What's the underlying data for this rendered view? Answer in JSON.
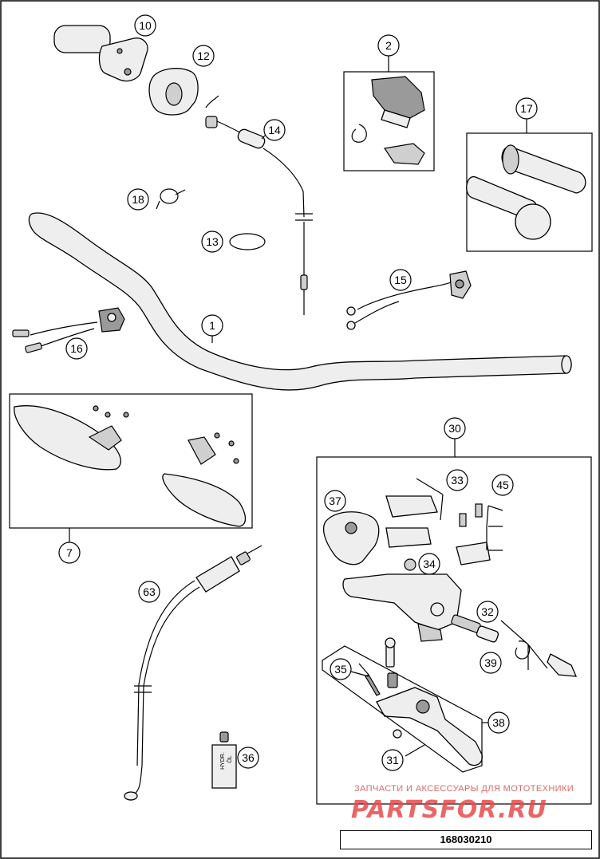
{
  "diagram": {
    "code": "168030210",
    "callouts": [
      "10",
      "12",
      "2",
      "17",
      "14",
      "18",
      "13",
      "1",
      "15",
      "16",
      "7",
      "30",
      "33",
      "45",
      "37",
      "34",
      "63",
      "32",
      "39",
      "35",
      "38",
      "36",
      "31"
    ],
    "labels": {
      "oil_bottle_line1": "HYDR.",
      "oil_bottle_line2": "ÖL"
    }
  },
  "watermark": {
    "small_text": "ЗАПЧАСТИ И АКСЕССУАРЫ ДЛЯ МОТОТЕХНИКИ",
    "brand_text": "PARTSFOR.RU",
    "color": "#e74c4c"
  }
}
